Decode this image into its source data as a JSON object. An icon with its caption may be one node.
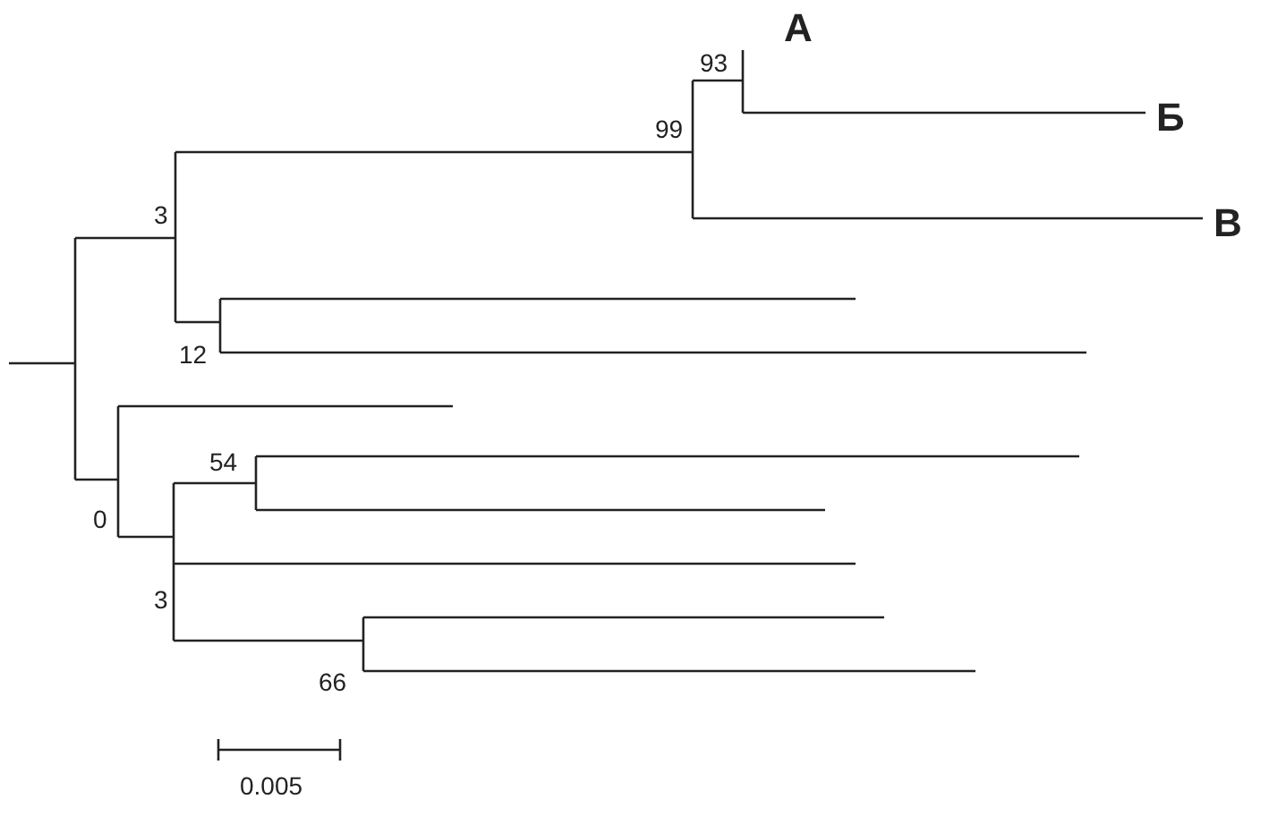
{
  "diagram": {
    "labels": [
      "А",
      "93",
      "Б",
      "99",
      "В",
      "3",
      "12",
      "54",
      "0",
      "3",
      "66",
      "0.005"
    ]
  }
}
